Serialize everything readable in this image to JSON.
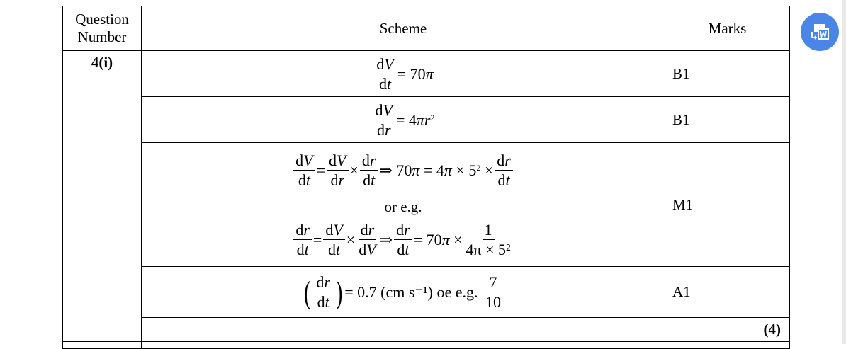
{
  "header": {
    "question_number": "Question Number",
    "scheme": "Scheme",
    "marks": "Marks"
  },
  "question": "4(i)",
  "rows": [
    {
      "formula": [
        {
          "frac": [
            "dV",
            "dt"
          ]
        },
        {
          "op": "= 70"
        },
        {
          "var": "π"
        }
      ],
      "mark": "B1"
    },
    {
      "formula": [
        {
          "frac": [
            "dV",
            "dr"
          ]
        },
        {
          "op": "= 4"
        },
        {
          "var": "πr"
        },
        {
          "sup": "2"
        }
      ],
      "mark": "B1"
    },
    {
      "formula": [
        {
          "frac": [
            "dV",
            "dt"
          ]
        },
        {
          "op": "="
        },
        {
          "frac": [
            "dV",
            "dr"
          ]
        },
        {
          "op": "×"
        },
        {
          "frac": [
            "dr",
            "dt"
          ]
        },
        {
          "op": "⇒ 70"
        },
        {
          "var": "π"
        },
        {
          "op": " = 4"
        },
        {
          "var": "π"
        },
        {
          "op": " × 5"
        },
        {
          "sup": "2"
        },
        {
          "op": " ×"
        },
        {
          "frac": [
            "dr",
            "dt"
          ]
        }
      ],
      "or": "or e.g.",
      "formula2": [
        {
          "frac": [
            "dr",
            "dt"
          ]
        },
        {
          "op": "="
        },
        {
          "frac": [
            "dV",
            "dt"
          ]
        },
        {
          "op": "×"
        },
        {
          "frac": [
            "dr",
            "dV"
          ]
        },
        {
          "op": "⇒"
        },
        {
          "frac": [
            "dr",
            "dt"
          ]
        },
        {
          "op": "= 70"
        },
        {
          "var": "π"
        },
        {
          "op": " ×"
        },
        {
          "frac": [
            "1",
            "4π × 5²"
          ]
        }
      ],
      "mark": "M1"
    },
    {
      "formula": [
        {
          "paren": "("
        },
        {
          "frac": [
            "dr",
            "dt"
          ]
        },
        {
          "paren": ")"
        },
        {
          "op": "= 0.7 (cm s⁻¹) oe e.g. "
        },
        {
          "frac": [
            "7",
            "10"
          ]
        }
      ],
      "mark": "A1"
    }
  ],
  "total": "(4)",
  "fab_icon": "translate-document-icon"
}
